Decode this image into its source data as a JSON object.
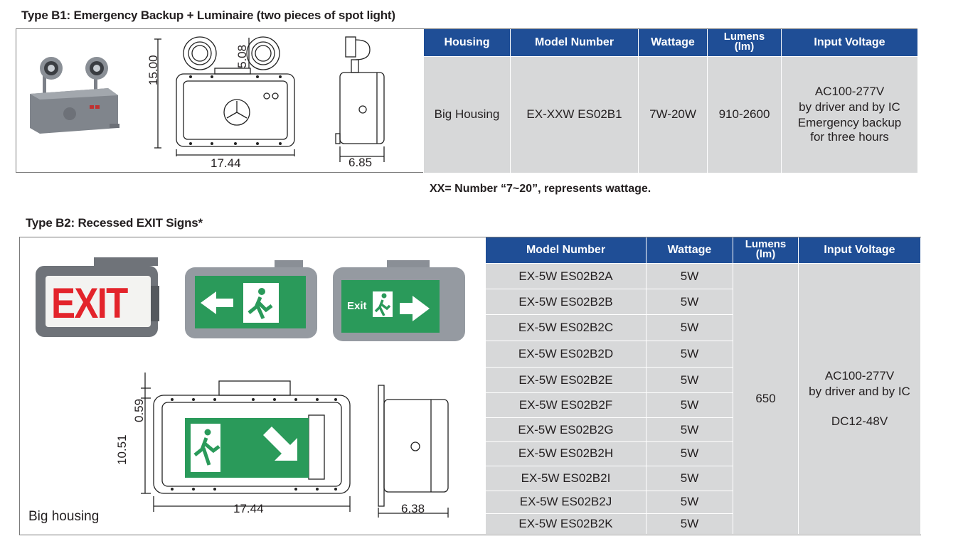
{
  "b1": {
    "title": "Type B1: Emergency Backup + Luminaire (two pieces of spot light)",
    "dims": {
      "height": "15.00",
      "head": "5.08",
      "width": "17.44",
      "depth": "6.85"
    },
    "headers": {
      "housing": "Housing",
      "model": "Model Number",
      "wattage": "Wattage",
      "lumens_top": "Lumens",
      "lumens_unit": "(lm)",
      "voltage": "Input Voltage"
    },
    "row": {
      "housing": "Big Housing",
      "model": "EX-XXW ES02B1",
      "wattage": "7W-20W",
      "lumens": "910-2600",
      "voltage": [
        "AC100-277V",
        "by driver and by IC",
        "Emergency backup",
        "for three hours"
      ]
    },
    "note": "XX= Number “7~20”, represents wattage."
  },
  "b2": {
    "title": "Type B2: Recessed EXIT Signs*",
    "sign_exit": "EXIT",
    "sign_small": "Exit",
    "dims": {
      "top": "0.59",
      "height": "10.51",
      "width": "17.44",
      "depth": "6.38"
    },
    "label": "Big housing",
    "headers": {
      "model": "Model Number",
      "wattage": "Wattage",
      "lumens_top": "Lumens",
      "lumens_unit": "(lm)",
      "voltage": "Input Voltage"
    },
    "rows": [
      {
        "model": "EX-5W ES02B2A",
        "wattage": "5W"
      },
      {
        "model": "EX-5W ES02B2B",
        "wattage": "5W"
      },
      {
        "model": "EX-5W ES02B2C",
        "wattage": "5W"
      },
      {
        "model": "EX-5W ES02B2D",
        "wattage": "5W"
      },
      {
        "model": "EX-5W ES02B2E",
        "wattage": "5W"
      },
      {
        "model": "EX-5W ES02B2F",
        "wattage": "5W"
      },
      {
        "model": "EX-5W ES02B2G",
        "wattage": "5W"
      },
      {
        "model": "EX-5W ES02B2H",
        "wattage": "5W"
      },
      {
        "model": "EX-5W ES02B2I",
        "wattage": "5W"
      },
      {
        "model": "EX-5W ES02B2J",
        "wattage": "5W"
      },
      {
        "model": "EX-5W ES02B2K",
        "wattage": "5W"
      }
    ],
    "lumens": "650",
    "voltage": [
      "AC100-277V",
      "by driver and by IC",
      "DC12-48V"
    ]
  },
  "colors": {
    "header_blue": "#1f4e96",
    "cell_gray": "#d7d8d9",
    "sign_green": "#2a9a5a",
    "exit_red": "#e3242b"
  }
}
